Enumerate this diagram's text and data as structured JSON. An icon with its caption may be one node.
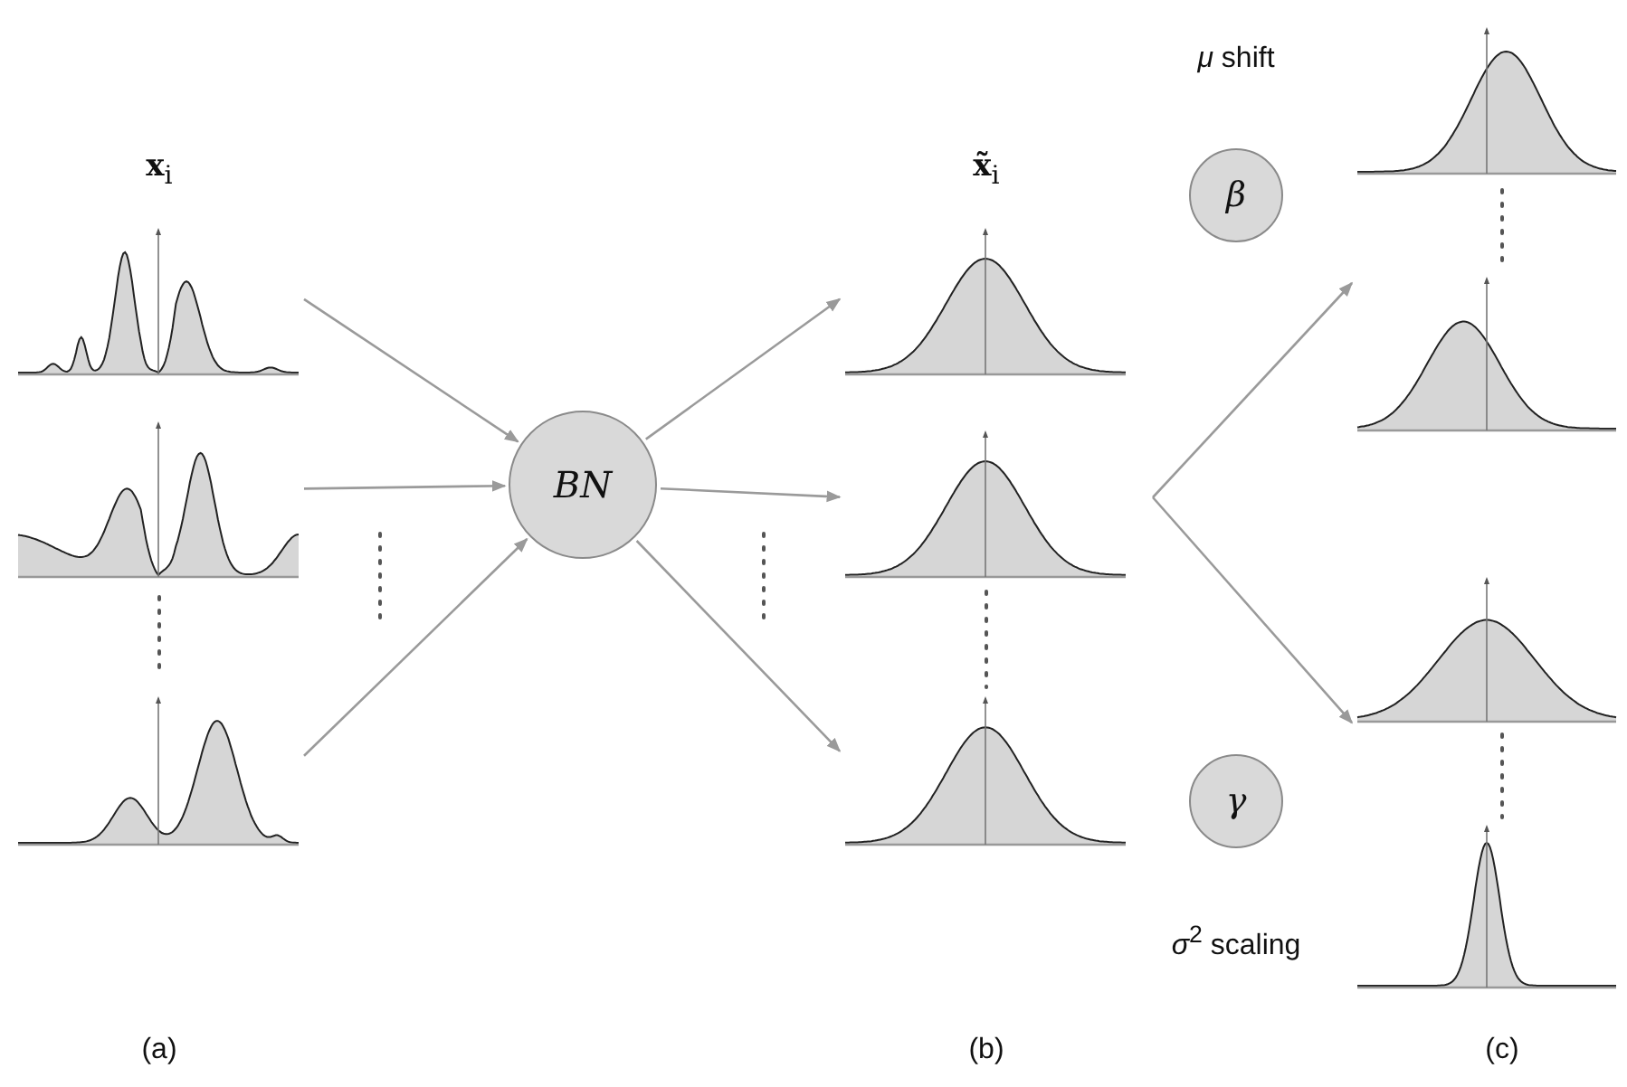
{
  "diagram": {
    "nodes": [
      {
        "text": [],
        "shape": "picture"
      },
      {
        "text": [],
        "shape": "picture"
      },
      {
        "text": [],
        "shape": "picture"
      },
      {
        "text": [
          "BN"
        ]
      },
      {
        "text": [],
        "shape": "picture"
      },
      {
        "text": [],
        "shape": "picture"
      },
      {
        "text": [],
        "shape": "picture"
      },
      {
        "text": [
          "β"
        ],
        "beside": [
          "*μ* shift"
        ]
      },
      {
        "text": [
          "γ"
        ],
        "beside": [
          "*σ*$^{2}$ scaling"
        ]
      },
      {
        "text": [],
        "shape": "picture"
      },
      {
        "text": [],
        "shape": "picture"
      },
      {
        "text": [],
        "shape": "picture"
      },
      {
        "text": [],
        "shape": "picture"
      }
    ],
    "edges": [
      {
        "from": 0,
        "to": 3,
        "arrow": "to"
      },
      {
        "from": 1,
        "to": 3,
        "arrow": "to"
      },
      {
        "from": 2,
        "to": 3,
        "arrow": "to"
      },
      {
        "from": 3,
        "to": 4,
        "arrow": "to"
      },
      {
        "from": 3,
        "to": 5,
        "arrow": "to"
      },
      {
        "from": 3,
        "to": 6,
        "arrow": "to"
      },
      {
        "from": null,
        "to": 10,
        "arrow": "to"
      },
      {
        "from": null,
        "to": 11,
        "arrow": "to"
      }
    ],
    "labels": [
      "**x**$_{i}$",
      "**x̃**$_{i}$",
      "(a)",
      "(b)",
      "(c)"
    ]
  }
}
